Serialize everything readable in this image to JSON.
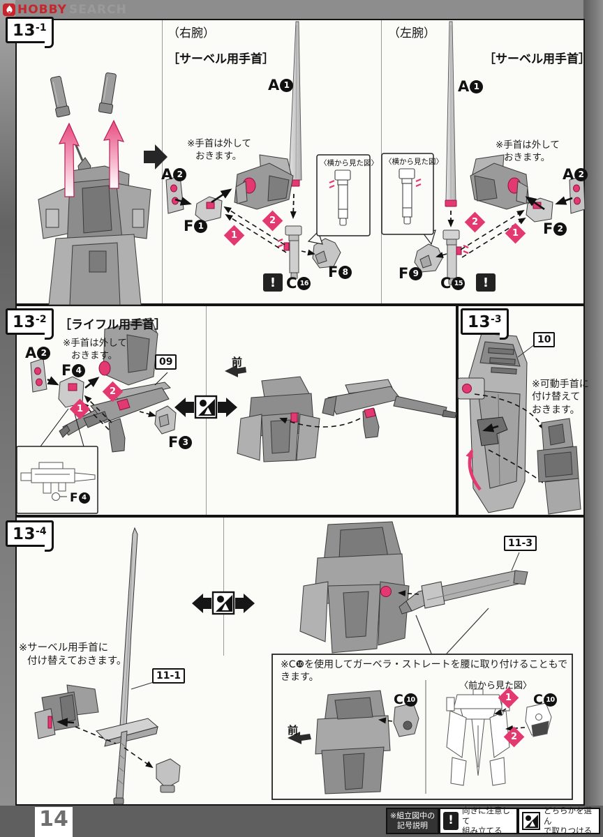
{
  "colors": {
    "accent_pink": "#e23a70",
    "logo_red": "#c8242c",
    "footer_gray": "#5f5f5f"
  },
  "brand": {
    "word1": "HOBBY",
    "word2": "SEARCH"
  },
  "symbols": {
    "warning": "!"
  },
  "steps": {
    "one": "1",
    "two": "2"
  },
  "front_label": "前",
  "s131": {
    "badge_main": "13",
    "badge_sub": "-1",
    "right": {
      "heading": "（右腕）",
      "wrist": "［サーベル用手首］",
      "note1": "※手首は外して",
      "note2": "おきます。",
      "inset": "〈横から見た図〉",
      "a1l": "A",
      "a1n": "1",
      "a2l": "A",
      "a2n": "2",
      "f1l": "F",
      "f1n": "1",
      "f8l": "F",
      "f8n": "8",
      "c16l": "C",
      "c16n": "16"
    },
    "left": {
      "heading": "（左腕）",
      "wrist": "［サーベル用手首］",
      "note1": "※手首は外して",
      "note2": "おきます。",
      "inset": "〈横から見た図〉",
      "a1l": "A",
      "a1n": "1",
      "a2l": "A",
      "a2n": "2",
      "f2l": "F",
      "f2n": "2",
      "f9l": "F",
      "f9n": "9",
      "c15l": "C",
      "c15n": "15"
    }
  },
  "s132": {
    "badge_main": "13",
    "badge_sub": "-2",
    "wrist": "［ライフル用手首］",
    "note1": "※手首は外して",
    "note2": "おきます。",
    "runner": "09",
    "a2l": "A",
    "a2n": "2",
    "f4l": "F",
    "f4n": "4",
    "f3l": "F",
    "f3n": "3",
    "f4il": "F",
    "f4in": "4"
  },
  "s133": {
    "badge_main": "13",
    "badge_sub": "-3",
    "runner": "10",
    "note1": "※可動手首に",
    "note2": "付け替えて",
    "note3": "おきます。"
  },
  "s134": {
    "badge_main": "13",
    "badge_sub": "-4",
    "note1": "※サーベル用手首に",
    "note2": "付け替えておきます。",
    "runner_sword": "11-1",
    "runner_sheath": "11-3",
    "option_note": "※C❿を使用してガーベラ・ストレートを腰に取り付けることもできます。",
    "front_view": "〈前から見た図〉",
    "c10l": "C",
    "c10n": "10"
  },
  "footer": {
    "page": "14",
    "legend_title1": "※組立図中の",
    "legend_title2": "記号説明",
    "warn_text1": "向きに注意して",
    "warn_text2": "組み立てる",
    "select_text1": "どちらかを選ん",
    "select_text2": "で取りつける"
  }
}
